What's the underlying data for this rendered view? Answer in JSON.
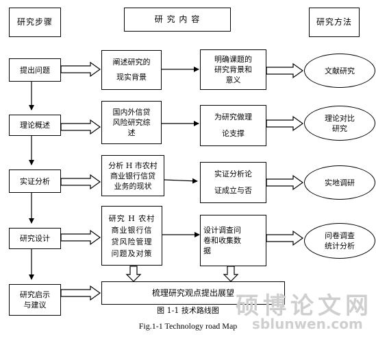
{
  "headers": {
    "steps": "研究步骤",
    "content": "研 究 内 容",
    "methods": "研究方法"
  },
  "steps": [
    "提出问题",
    "理论概述",
    "实证分析",
    "研究设计",
    "研究启示\n与建议"
  ],
  "content_col1": [
    "阐述研究的\n现实背景",
    "国内外信贷\n风险研究综\n述",
    "分析 H 市农村\n商业银行信贷\n业务的现状",
    "研究 H 农村\n商业银行信\n贷风险管理\n问题及对策"
  ],
  "content_col2": [
    "明确课题的\n研究背景和\n意义",
    "为研究做理\n论支撑",
    "实证分析论\n证成立与否",
    "设计调查问\n卷和收集数\n据"
  ],
  "methods": [
    "文献研究",
    "理论对比\n研究",
    "实地调研",
    "问卷调查\n统计分析"
  ],
  "conclusion": "梳理研究观点提出展望",
  "caption_cn": "图 1-1 技术路线图",
  "caption_en": "Fig.1-1 Technology road Map",
  "watermark_cn": "硕博论文网",
  "watermark_en": "sblunwen.com"
}
